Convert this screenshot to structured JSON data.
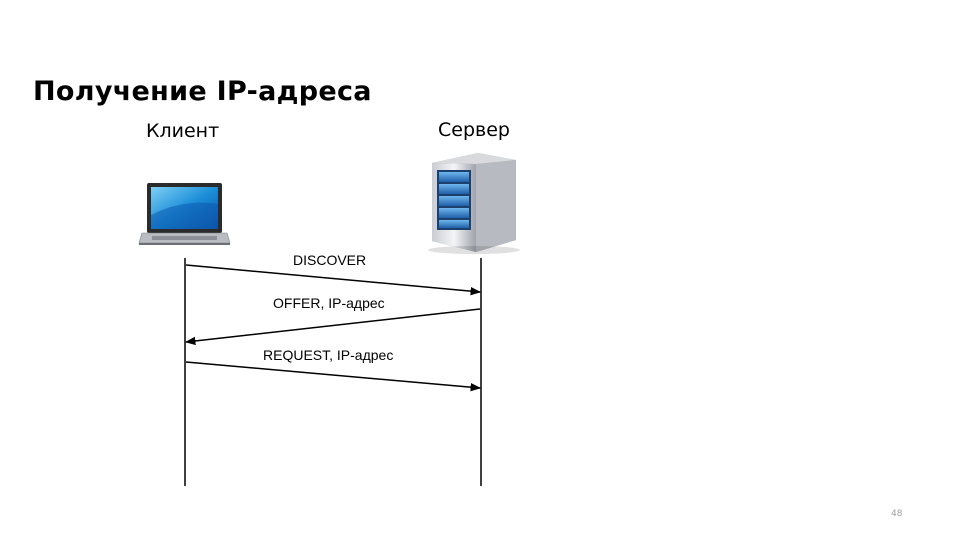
{
  "title": "Получение IP-адреса",
  "actors": {
    "client": {
      "label": "Клиент",
      "icon": "laptop-icon"
    },
    "server": {
      "label": "Сервер",
      "icon": "server-icon"
    }
  },
  "messages": [
    {
      "label": "DISCOVER",
      "from": "client",
      "to": "server"
    },
    {
      "label": "OFFER, IP-адрес",
      "from": "server",
      "to": "client"
    },
    {
      "label": "REQUEST, IP-адрес",
      "from": "client",
      "to": "server"
    }
  ],
  "page_number": "48"
}
